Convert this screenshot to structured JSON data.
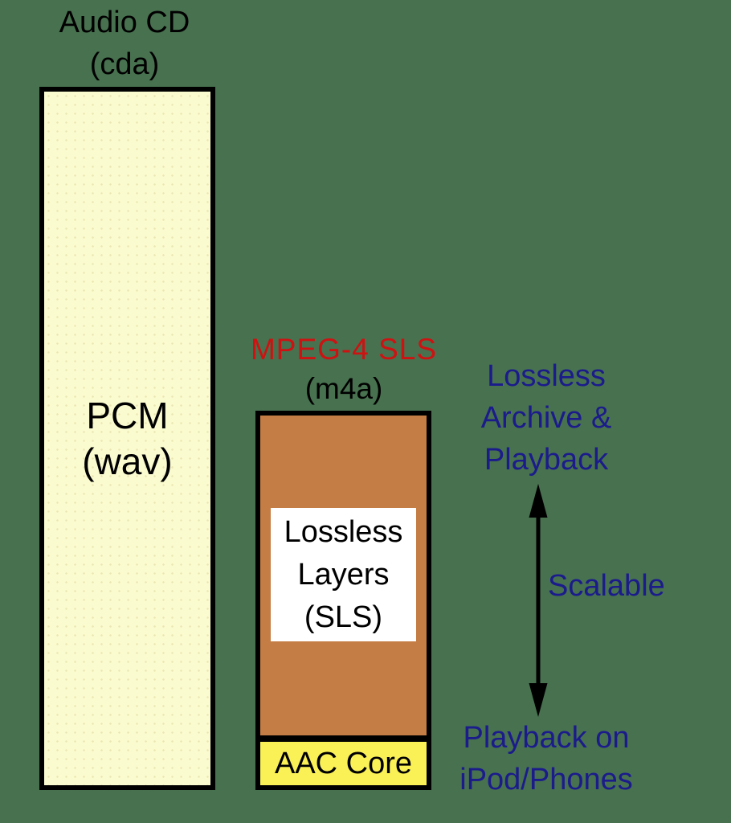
{
  "palette": {
    "bg": "#47714F",
    "cream": "#FBFBD0",
    "brown": "#C47D44",
    "yellow": "#FAF156",
    "red": "#CE1212",
    "navy": "#1B1B8C"
  },
  "cd_column": {
    "title_line1": "Audio CD",
    "title_line2": "(cda)",
    "box_line1": "PCM",
    "box_line2": "(wav)"
  },
  "sls_column": {
    "title_line1": "MPEG-4 SLS",
    "title_line2": "(m4a)",
    "white_box_line1": "Lossless",
    "white_box_line2": "Layers",
    "white_box_line3": "(SLS)",
    "aac_label": "AAC Core"
  },
  "annotations": {
    "top_line1": "Lossless",
    "top_line2": "Archive &",
    "top_line3": "Playback",
    "middle": "Scalable",
    "bottom_line1": "Playback on",
    "bottom_line2": "iPod/Phones",
    "arrow_icon": "double-headed-vertical-arrow"
  }
}
